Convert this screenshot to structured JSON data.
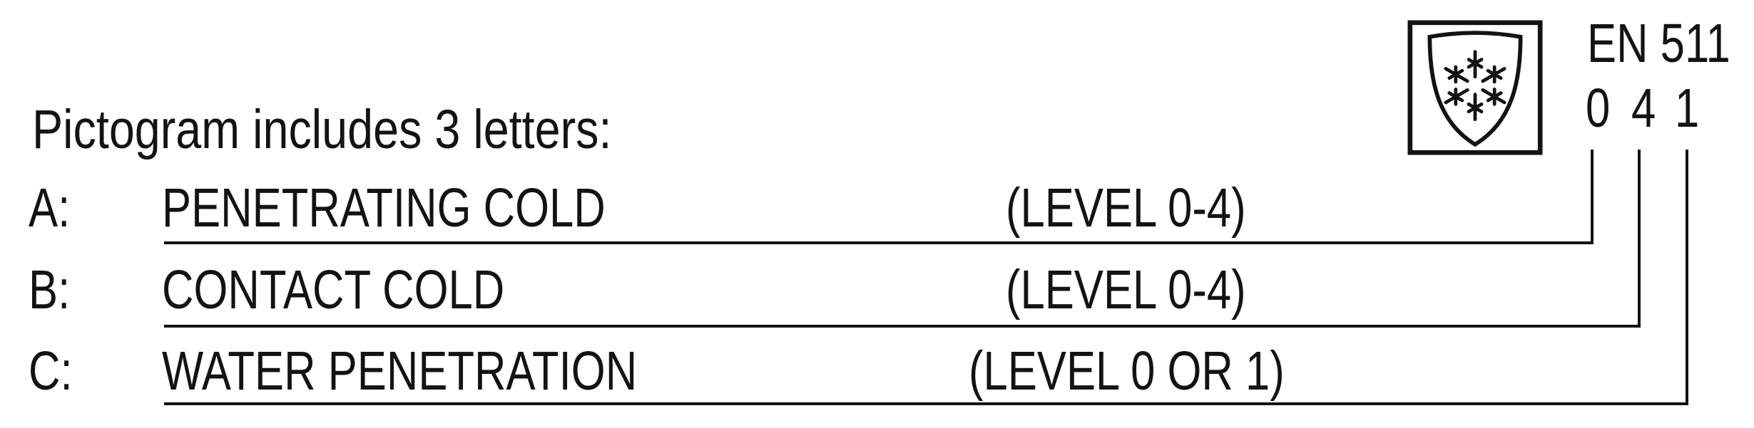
{
  "colors": {
    "background": "#ffffff",
    "ink": "#131313"
  },
  "heading": {
    "text": "Pictogram includes 3 letters:"
  },
  "pictogram": {
    "icon": "shield-snowflake",
    "standard": "EN 511",
    "ratings": [
      "0",
      "4",
      "1"
    ]
  },
  "rows": [
    {
      "letter": "A:",
      "name": "PENETRATING COLD",
      "level": "(LEVEL 0-4)"
    },
    {
      "letter": "B:",
      "name": "CONTACT COLD",
      "level": "(LEVEL 0-4)"
    },
    {
      "letter": "C:",
      "name": "WATER PENETRATION",
      "level": "(LEVEL 0 OR 1)"
    }
  ]
}
